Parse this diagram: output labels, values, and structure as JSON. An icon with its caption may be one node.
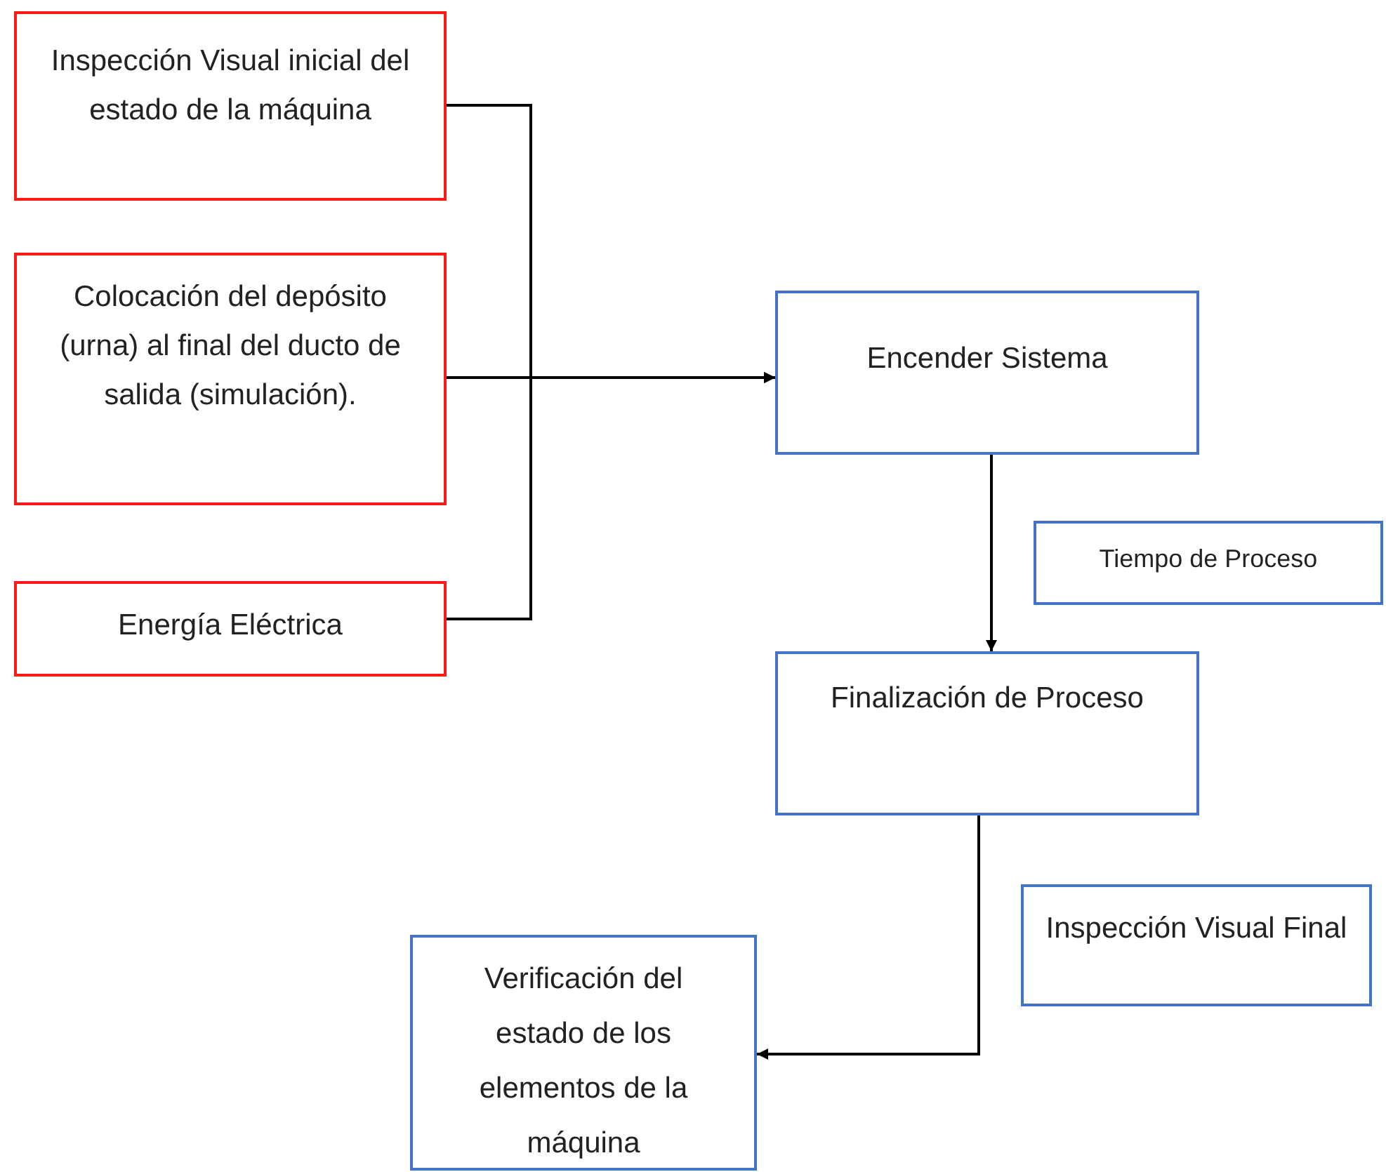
{
  "diagram": {
    "nodes": [
      {
        "text": [
          "Inspección Visual inicial del estado de la máquina"
        ]
      },
      {
        "text": [
          "Colocación del depósito (urna) al final del ducto de salida (simulación)."
        ]
      },
      {
        "text": [
          "Energía Eléctrica"
        ]
      },
      {
        "text": [
          "Encender Sistema"
        ]
      },
      {
        "text": [
          "Tiempo de Proceso"
        ]
      },
      {
        "text": [
          "Finalización de Proceso"
        ]
      },
      {
        "text": [
          "Inspección Visual Final"
        ]
      },
      {
        "text": [
          "Verificación del estado de los elementos de la máquina"
        ]
      }
    ],
    "edges": [
      {
        "from": 0,
        "to": 3,
        "arrow": "to"
      },
      {
        "from": 1,
        "to": 3,
        "arrow": "to"
      },
      {
        "from": 2,
        "to": 3,
        "arrow": "to"
      },
      {
        "from": 3,
        "to": 5,
        "arrow": "to"
      },
      {
        "from": 5,
        "to": 7,
        "arrow": "to"
      }
    ]
  }
}
